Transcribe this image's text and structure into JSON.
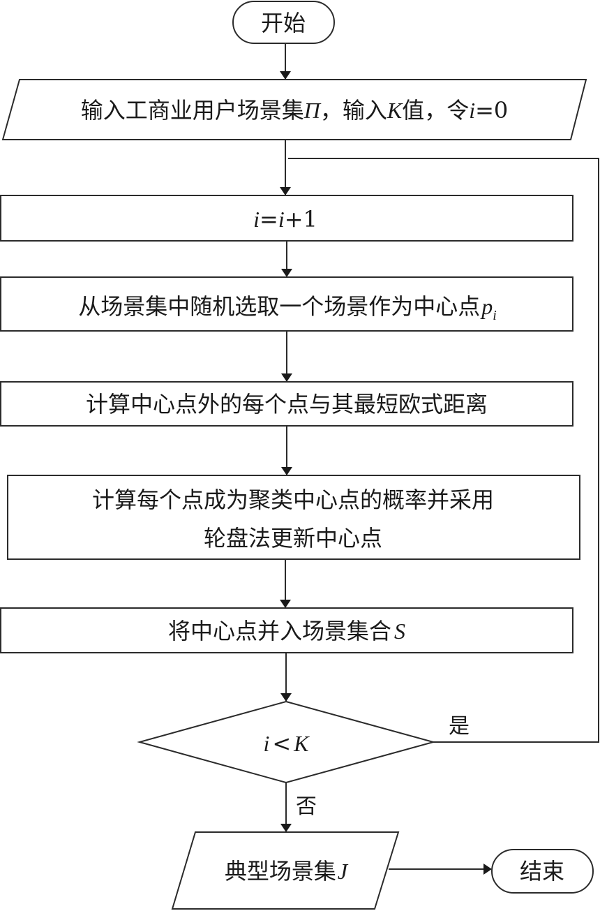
{
  "diagram": {
    "type": "flowchart",
    "nodes": {
      "start": {
        "kind": "terminal",
        "label": "开始"
      },
      "input": {
        "kind": "io",
        "parts": [
          {
            "text": "输入工商业用户场景集",
            "italic": false
          },
          {
            "text": "Π",
            "italic": true
          },
          {
            "text": "，输入",
            "italic": false
          },
          {
            "text": "K",
            "italic": true
          },
          {
            "text": "值，令",
            "italic": false
          },
          {
            "text": "i",
            "italic": true
          },
          {
            "text": "=0",
            "italic": false
          }
        ]
      },
      "increment": {
        "kind": "process",
        "parts": [
          {
            "text": "i",
            "italic": true
          },
          {
            "text": "=",
            "italic": false
          },
          {
            "text": "i",
            "italic": true
          },
          {
            "text": "+1",
            "italic": false
          }
        ]
      },
      "select": {
        "kind": "process",
        "text": "从场景集中随机选取一个场景作为中心点",
        "var": "p",
        "sub": "i"
      },
      "distance": {
        "kind": "process",
        "text": "计算中心点外的每个点与其最短欧式距离"
      },
      "probability": {
        "kind": "process",
        "line1": "计算每个点成为聚类中心点的概率并采用",
        "line2": "轮盘法更新中心点"
      },
      "merge": {
        "kind": "process",
        "text": "将中心点并入场景集合",
        "var": "S"
      },
      "decision": {
        "kind": "decision",
        "var1": "i",
        "op": "<",
        "var2": "K"
      },
      "output": {
        "kind": "io",
        "text": "典型场景集",
        "var": "J"
      },
      "end": {
        "kind": "terminal",
        "label": "结束"
      }
    },
    "edge_labels": {
      "yes": "是",
      "no": "否"
    },
    "edges": [
      {
        "from": "start",
        "to": "input"
      },
      {
        "from": "input",
        "to": "increment"
      },
      {
        "from": "increment",
        "to": "select"
      },
      {
        "from": "select",
        "to": "distance"
      },
      {
        "from": "distance",
        "to": "probability"
      },
      {
        "from": "probability",
        "to": "merge"
      },
      {
        "from": "merge",
        "to": "decision"
      },
      {
        "from": "decision",
        "to": "increment",
        "label": "是"
      },
      {
        "from": "decision",
        "to": "output",
        "label": "否"
      },
      {
        "from": "output",
        "to": "end"
      }
    ]
  }
}
